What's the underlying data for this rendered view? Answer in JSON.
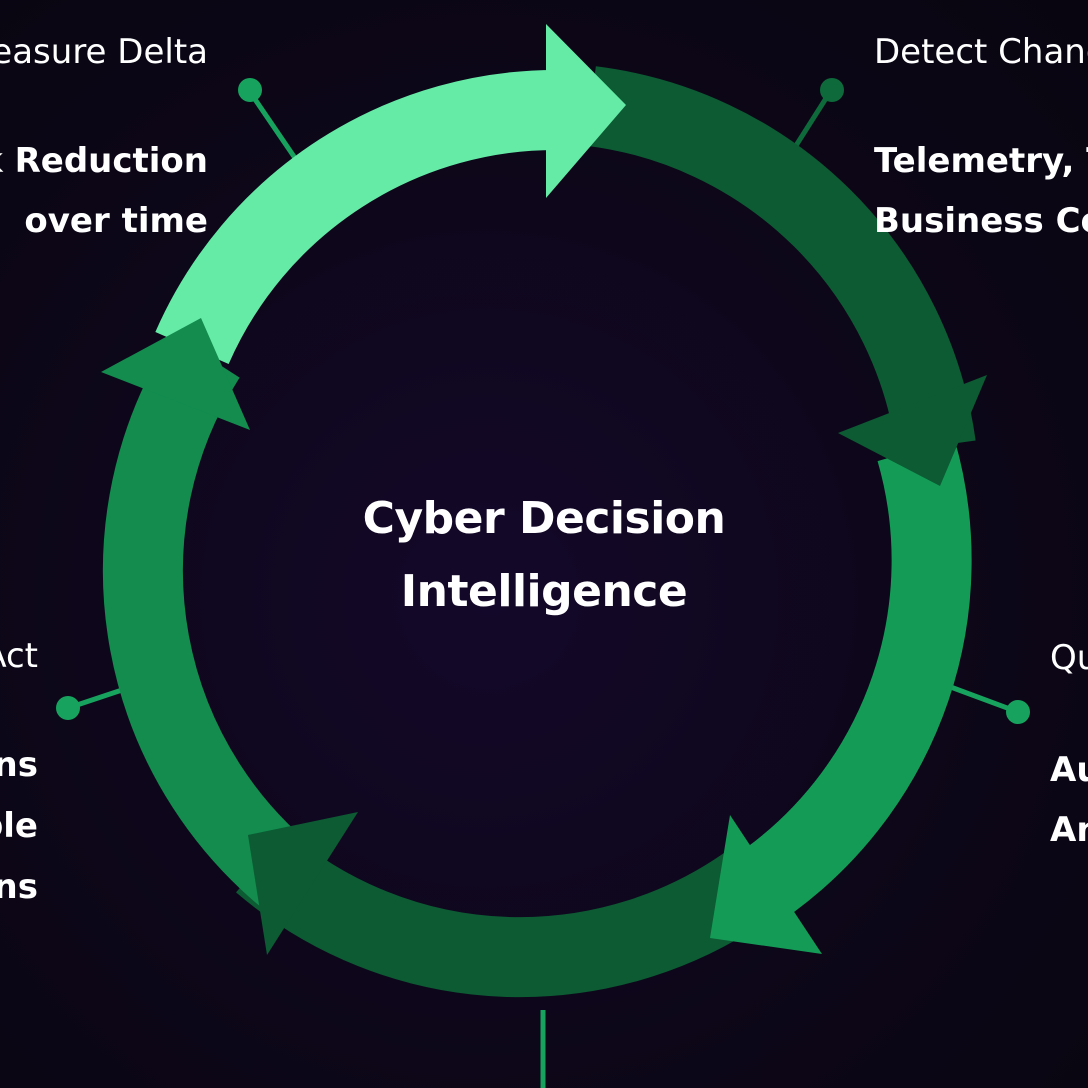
{
  "center": {
    "line1": "Cyber Decision",
    "line2": "Intelligence"
  },
  "stages": {
    "measure": {
      "label": "Measure Delta",
      "desc": [
        "Risk Reduction",
        "over time"
      ]
    },
    "detect": {
      "label": "Detect Change",
      "desc": [
        "Telemetry, Threat Intel,",
        "Business Context"
      ]
    },
    "quantify": {
      "label": "Quantify",
      "desc": [
        "Automated",
        "Analysis"
      ]
    },
    "act": {
      "label": "Act",
      "desc": [
        "Decisions",
        "Actionable",
        "Recommendations"
      ]
    }
  },
  "colors": {
    "background": "#0c0716",
    "segment_light": "#66eba7",
    "segment_dark": "#0c5b33",
    "segment_mid": "#149c57",
    "segment_left": "#138c4e",
    "connector": "#17a35d"
  }
}
